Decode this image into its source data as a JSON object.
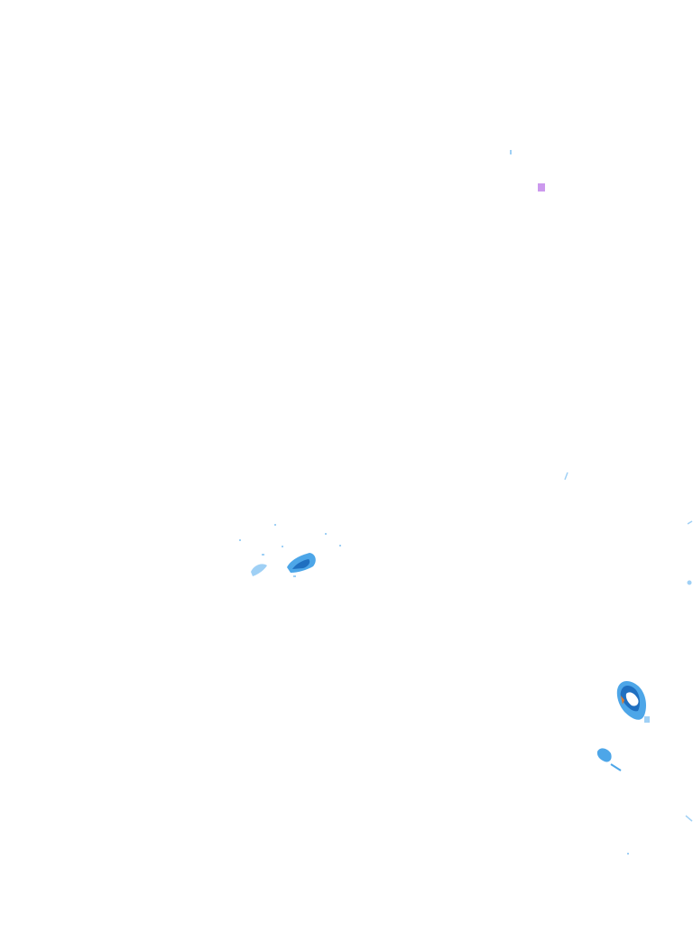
{
  "map": {
    "background_color": "#ffffff",
    "layer": "radar-precipitation-overlay",
    "legend_shown": false,
    "colors": {
      "light": "#9fd0f5",
      "medium": "#4da6e8",
      "heavy": "#1f6fc0",
      "core": "#ffffff",
      "intense": "#e07a2c",
      "artifact": "#cc99ee"
    },
    "echoes": [
      {
        "name": "echo-speck-north",
        "intensity": "light"
      },
      {
        "name": "echo-artifact-purple",
        "intensity": "artifact"
      },
      {
        "name": "echo-streak-east",
        "intensity": "light"
      },
      {
        "name": "echo-cluster-west",
        "intensity": "heavy"
      },
      {
        "name": "echo-edge-east",
        "intensity": "light"
      },
      {
        "name": "echo-cell-southeast",
        "intensity": "intense"
      },
      {
        "name": "echo-tail-southeast",
        "intensity": "medium"
      },
      {
        "name": "echo-edge-south",
        "intensity": "light"
      }
    ]
  }
}
